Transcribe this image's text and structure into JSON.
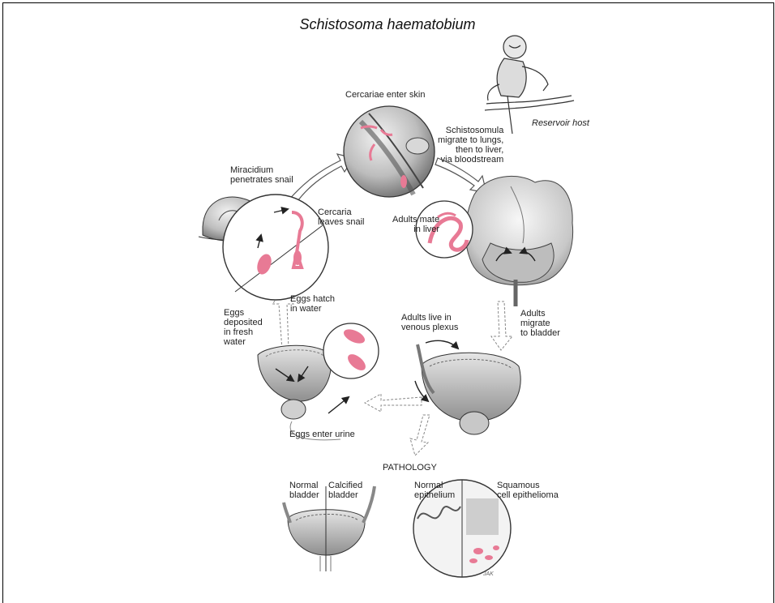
{
  "title": "Schistosoma haematobium",
  "labels": {
    "reservoir_host": "Reservoir host",
    "cercariae_enter_skin": "Cercariae enter skin",
    "schistosomula_migrate": "Schistosomula\nmigrate to lungs,\nthen to liver,\nvia bloodstream",
    "miracidium_penetrates": "Miracidium\npenetrates snail",
    "cercaria_leaves": "Cercaria\nleaves snail",
    "adults_mate": "Adults mate\nin liver",
    "eggs_hatch": "Eggs hatch\nin water",
    "eggs_deposited": "Eggs\ndeposited\nin fresh\nwater",
    "adults_live": "Adults live in\nvenous plexus",
    "adults_migrate": "Adults\nmigrate\nto bladder",
    "eggs_enter_urine": "Eggs enter urine",
    "pathology": "PATHOLOGY",
    "normal_bladder": "Normal\nbladder",
    "calcified_bladder": "Calcified\nbladder",
    "normal_epithelium": "Normal\nepithelium",
    "squamous": "Squamous\ncell epithelioma",
    "signature": "JAK"
  },
  "colors": {
    "parasite_pink": "#e87a95",
    "ink": "#333333",
    "shade": "#8a8a8a",
    "arrow_outline": "#555555"
  }
}
